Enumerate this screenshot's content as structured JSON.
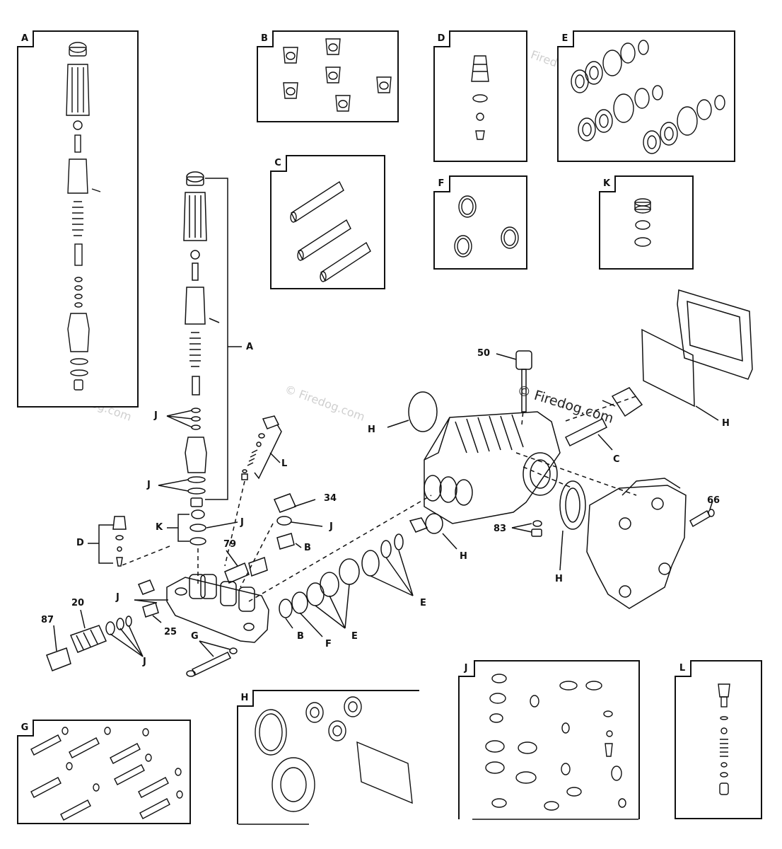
{
  "watermark": "© Firedog.com",
  "copyright_text": "© Firedog.com",
  "kits": {
    "A": "A",
    "B": "B",
    "C": "C",
    "D": "D",
    "E": "E",
    "F": "F",
    "G": "G",
    "H": "H",
    "J": "J",
    "K": "K",
    "L": "L"
  },
  "callouts": {
    "n50": "50",
    "n34": "34",
    "n79": "79",
    "n66": "66",
    "n83": "83",
    "n20": "20",
    "n87": "87",
    "n25": "25",
    "A": "A",
    "B1": "B",
    "B2": "B",
    "C": "C",
    "D": "D",
    "E1": "E",
    "E2": "E",
    "F": "F",
    "G": "G",
    "H1": "H",
    "H2": "H",
    "H3": "H",
    "H4": "H",
    "J1": "J",
    "J2": "J",
    "J3": "J",
    "J4": "J",
    "J5": "J",
    "J6": "J",
    "K": "K",
    "L": "L"
  },
  "colors": {
    "line": "#111111",
    "watermark": "#cfcfcf"
  }
}
